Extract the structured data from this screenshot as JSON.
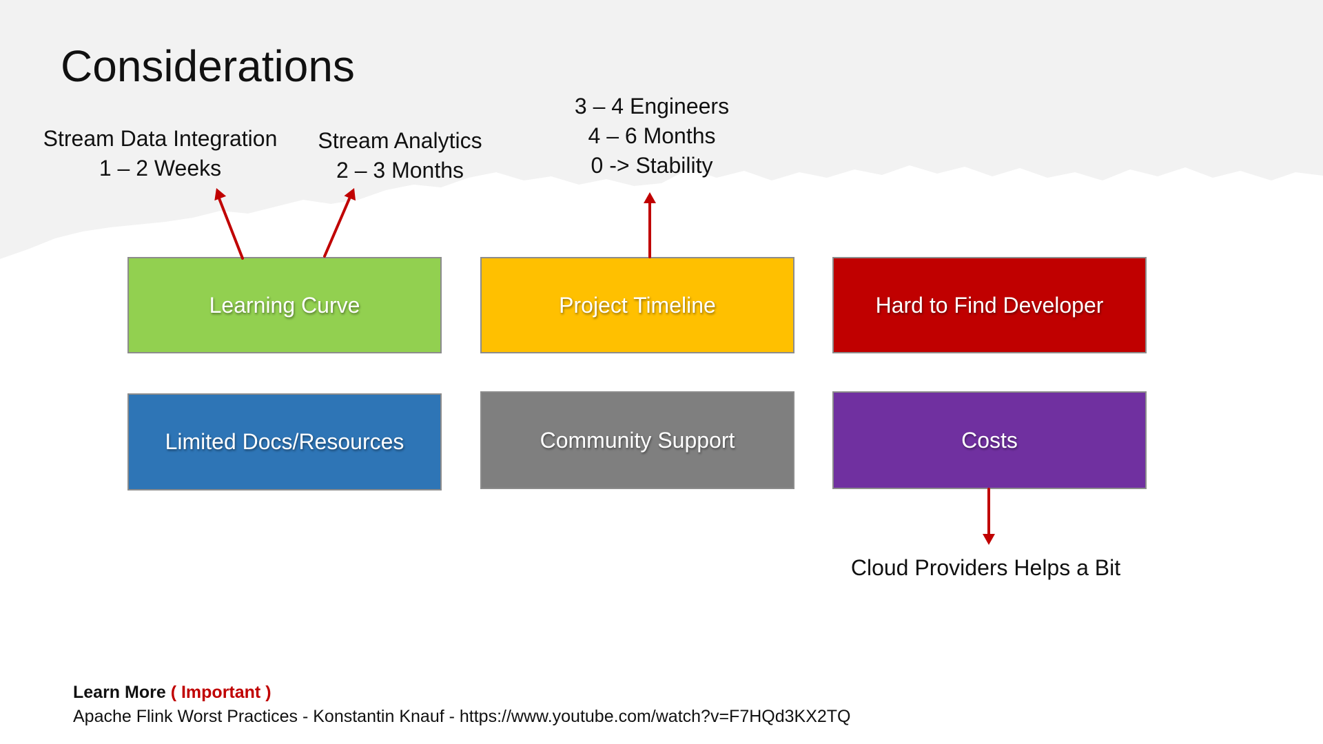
{
  "slide": {
    "title": "Considerations"
  },
  "notes": {
    "stream_data_integration": [
      "Stream Data Integration",
      "1 – 2 Weeks"
    ],
    "stream_analytics": [
      "Stream Analytics",
      "2 – 3 Months"
    ],
    "project_timeline": [
      "3 – 4 Engineers",
      "4 – 6 Months",
      "0 -> Stability"
    ],
    "costs": [
      "Cloud Providers Helps a Bit"
    ]
  },
  "boxes": [
    {
      "label": "Learning Curve",
      "color": "#92d050"
    },
    {
      "label": "Project Timeline",
      "color": "#ffc000"
    },
    {
      "label": "Hard to Find Developer",
      "color": "#c00000"
    },
    {
      "label": "Limited Docs/Resources",
      "color": "#2e75b6"
    },
    {
      "label": "Community Support",
      "color": "#7f7f7f"
    },
    {
      "label": "Costs",
      "color": "#7030a0"
    }
  ],
  "arrow_color": "#c00000",
  "footer": {
    "learn_more": "Learn More",
    "important": "( Important )",
    "reference": "Apache Flink Worst Practices - Konstantin Knauf - https://www.youtube.com/watch?v=F7HQd3KX2TQ"
  }
}
